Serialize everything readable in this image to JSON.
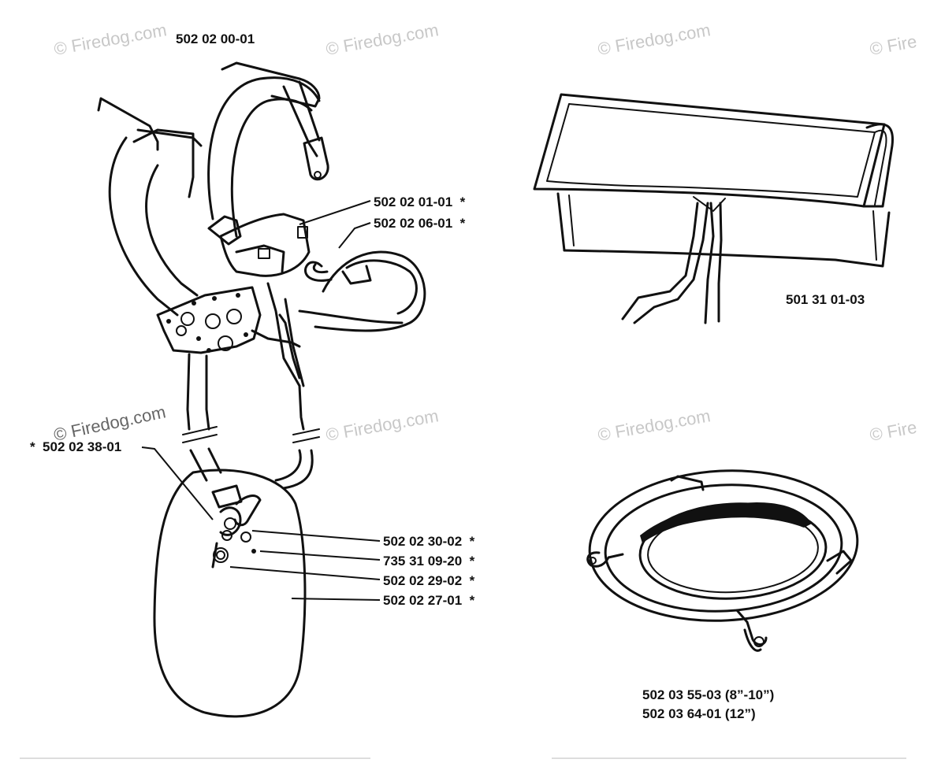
{
  "colors": {
    "ink": "#111111",
    "watermark": "#c8c8c8",
    "background": "#ffffff"
  },
  "watermarks": [
    "© Firedog.com",
    "© Firedog.com",
    "© Firedog.com",
    "© Fire",
    "© Firedog.com",
    "© Firedog.com",
    "© Firedog.com",
    "© Fire"
  ],
  "parts": {
    "harness": "502 02 00-01",
    "buckle_a": "502 02 01-01  *",
    "buckle_b": "502 02 06-01  *",
    "hook": "*  502 02 38-01",
    "ring": "502 02 30-02  *",
    "screw": "735 31 09-20  *",
    "clip": "502 02 29-02  *",
    "hip_pad": "502 02 27-01  *",
    "apron": "501 31 01-03",
    "guard_1": "502 03 55-03 (8”-10”)",
    "guard_2": "502 03 64-01 (12”)"
  }
}
